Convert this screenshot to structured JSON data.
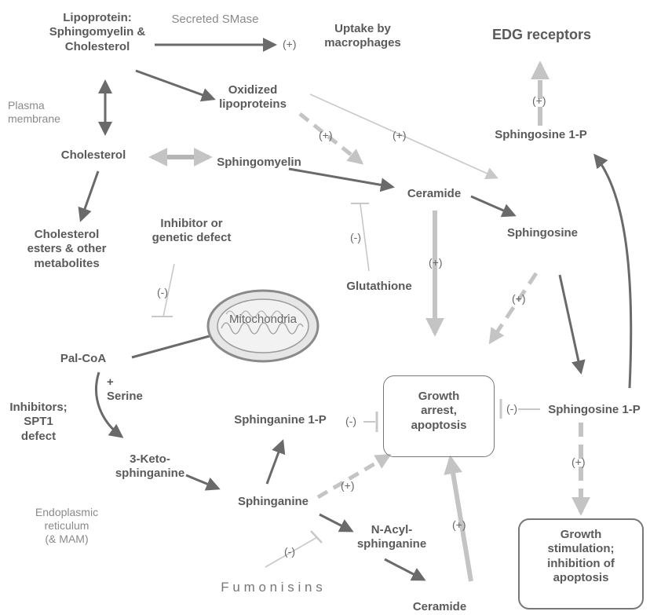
{
  "nodes": {
    "lipoprotein": "Lipoprotein:\nSphingomyelin &\nCholesterol",
    "secreted_smase": "Secreted SMase",
    "uptake": "Uptake by\nmacrophages",
    "edg": "EDG receptors",
    "plasma_membrane": "Plasma\nmembrane",
    "oxidized": "Oxidized\nlipoproteins",
    "sphingosine1p_top": "Sphingosine 1-P",
    "cholesterol": "Cholesterol",
    "sphingomyelin": "Sphingomyelin",
    "ceramide": "Ceramide",
    "sphingosine": "Sphingosine",
    "chol_esters": "Cholesterol\nesters & other\nmetabolites",
    "inhibitor": "Inhibitor or\ngenetic defect",
    "glutathione": "Glutathione",
    "mitochondria": "Mitochondria",
    "palcoa": "Pal-CoA",
    "serine": "+\nSerine",
    "inhibitors_spt": "Inhibitors;\nSPT1\ndefect",
    "sphinganine1p": "Sphinganine 1-P",
    "growth_arrest": "Growth\narrest,\napoptosis",
    "sphingosine1p_right": "Sphingosine 1-P",
    "ketosphinganine": "3-Keto-\nsphinganine",
    "er": "Endoplasmic\nreticulum\n(& MAM)",
    "sphinganine": "Sphinganine",
    "nacyl": "N-Acyl-\nsphinganine",
    "growth_stim": "Growth\nstimulation;\ninhibition of\napoptosis",
    "fumonisins": "F u m o n i s i n s",
    "ceramide_bottom": "Ceramide"
  },
  "signs": {
    "plus": "(+)",
    "minus": "(-)"
  },
  "colors": {
    "dark_arrow": "#6a6a6a",
    "light_arrow": "#c4c4c4",
    "thin_line": "#bdbdbd"
  }
}
